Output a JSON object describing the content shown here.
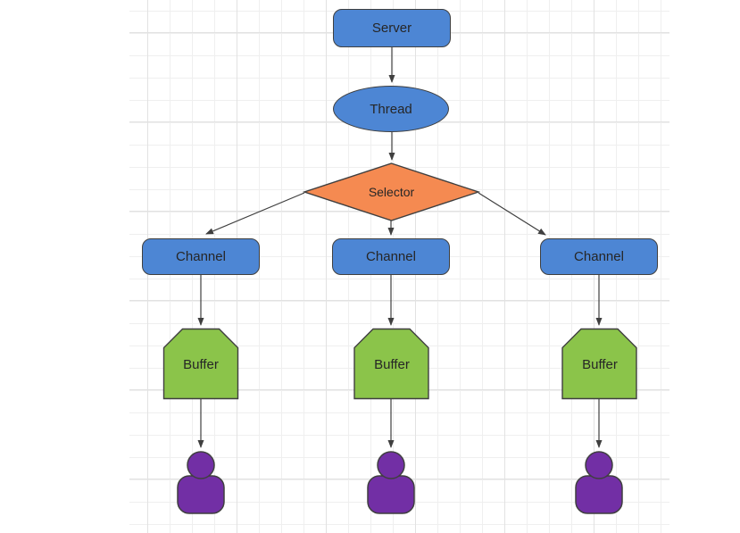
{
  "diagram": {
    "nodes": {
      "server": {
        "label": "Server",
        "shape": "rounded-rectangle",
        "color": "#4d86d4"
      },
      "thread": {
        "label": "Thread",
        "shape": "ellipse",
        "color": "#4d86d4"
      },
      "selector": {
        "label": "Selector",
        "shape": "diamond",
        "color": "#f58a51"
      },
      "channels": [
        {
          "label": "Channel",
          "shape": "rounded-rectangle",
          "color": "#4d86d4"
        },
        {
          "label": "Channel",
          "shape": "rounded-rectangle",
          "color": "#4d86d4"
        },
        {
          "label": "Channel",
          "shape": "rounded-rectangle",
          "color": "#4d86d4"
        }
      ],
      "buffers": [
        {
          "label": "Buffer",
          "shape": "clipped-top-rectangle",
          "color": "#8bc44a"
        },
        {
          "label": "Buffer",
          "shape": "clipped-top-rectangle",
          "color": "#8bc44a"
        },
        {
          "label": "Buffer",
          "shape": "clipped-top-rectangle",
          "color": "#8bc44a"
        }
      ],
      "clients": [
        {
          "icon": "person-icon",
          "color": "#722fa5"
        },
        {
          "icon": "person-icon",
          "color": "#722fa5"
        },
        {
          "icon": "person-icon",
          "color": "#722fa5"
        }
      ]
    },
    "edges": [
      {
        "from": "Server",
        "to": "Thread"
      },
      {
        "from": "Thread",
        "to": "Selector"
      },
      {
        "from": "Selector",
        "to": "Channel-1"
      },
      {
        "from": "Selector",
        "to": "Channel-2"
      },
      {
        "from": "Selector",
        "to": "Channel-3"
      },
      {
        "from": "Channel-1",
        "to": "Buffer-1"
      },
      {
        "from": "Channel-2",
        "to": "Buffer-2"
      },
      {
        "from": "Channel-3",
        "to": "Buffer-3"
      },
      {
        "from": "Buffer-1",
        "to": "Client-1"
      },
      {
        "from": "Buffer-2",
        "to": "Client-2"
      },
      {
        "from": "Buffer-3",
        "to": "Client-3"
      }
    ],
    "colors": {
      "blue": "#4d86d4",
      "orange": "#f58a51",
      "green": "#8bc44a",
      "purple": "#722fa5",
      "border": "#3f3f3f",
      "arrow": "#3f3f3f",
      "text": "#262626",
      "grid_minor": "#efefef",
      "grid_major": "#e2e2e2",
      "canvas_bg": "#ffffff"
    }
  }
}
